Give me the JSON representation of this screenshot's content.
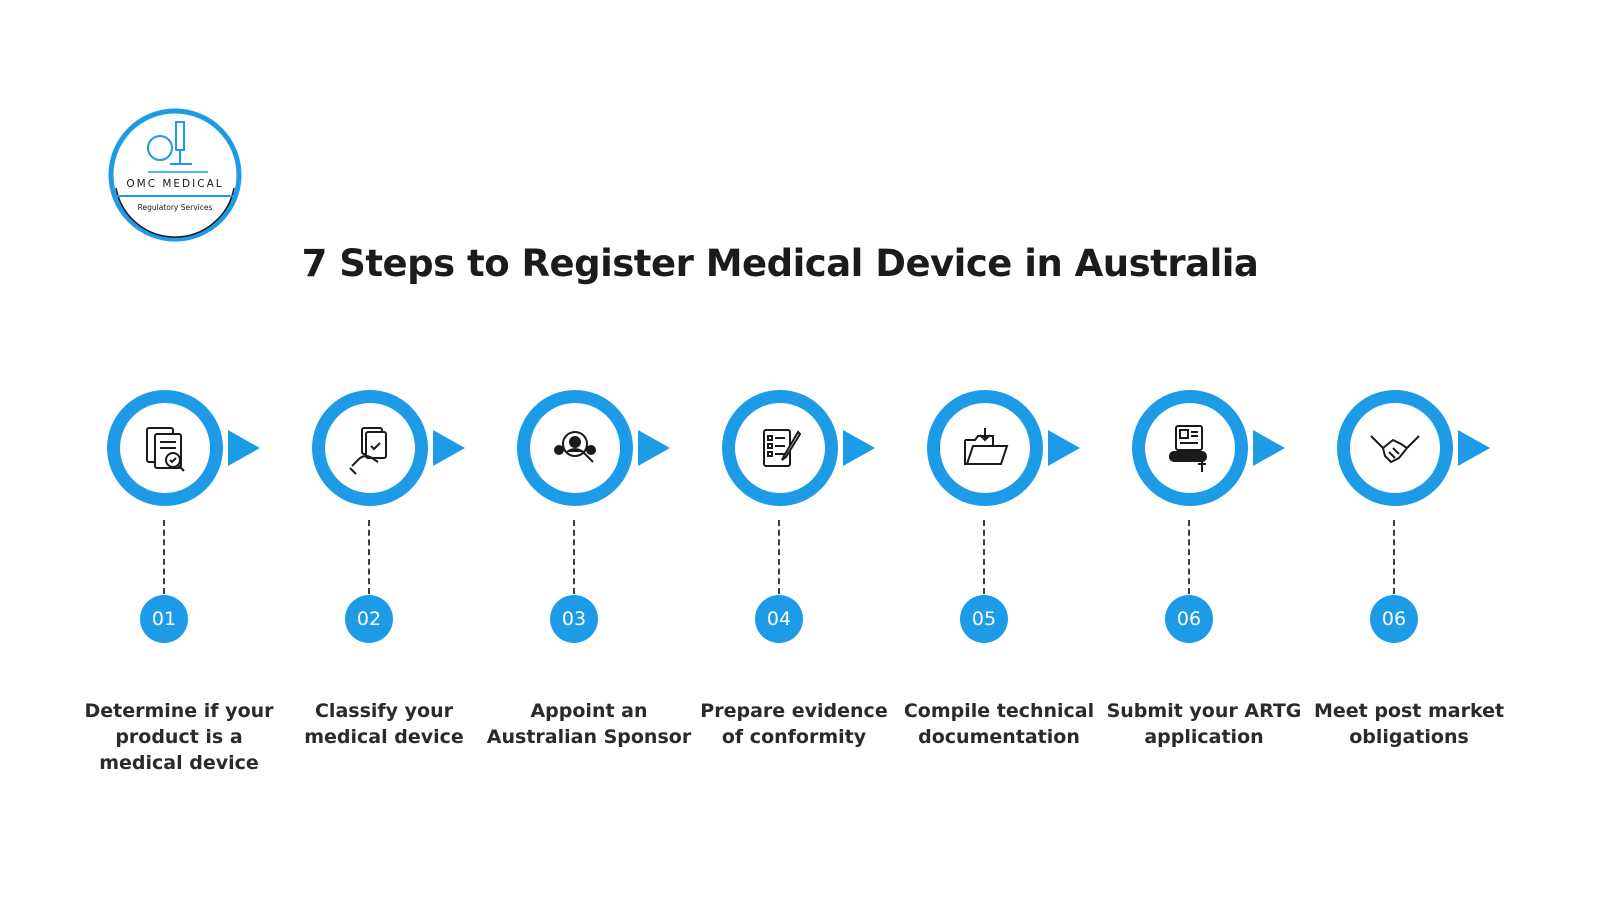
{
  "logo": {
    "name": "OMC MEDICAL",
    "subtitle": "Regulatory Services"
  },
  "title": "7 Steps to Register Medical Device in Australia",
  "colors": {
    "accent": "#1d9be7",
    "text": "#1b1b1b"
  },
  "steps": [
    {
      "number": "01",
      "label": "Determine if your product is a medical device",
      "icon": "document-check-icon"
    },
    {
      "number": "02",
      "label": "Classify your medical device",
      "icon": "hand-document-icon"
    },
    {
      "number": "03",
      "label": "Appoint an Australian Sponsor",
      "icon": "person-search-icon"
    },
    {
      "number": "04",
      "label": "Prepare evidence of conformity",
      "icon": "checklist-pen-icon"
    },
    {
      "number": "05",
      "label": "Compile technical documentation",
      "icon": "folder-download-icon"
    },
    {
      "number": "06",
      "label": "Submit your ARTG application",
      "icon": "submit-form-icon"
    },
    {
      "number": "06",
      "label": "Meet post market obligations",
      "icon": "handshake-icon"
    }
  ]
}
